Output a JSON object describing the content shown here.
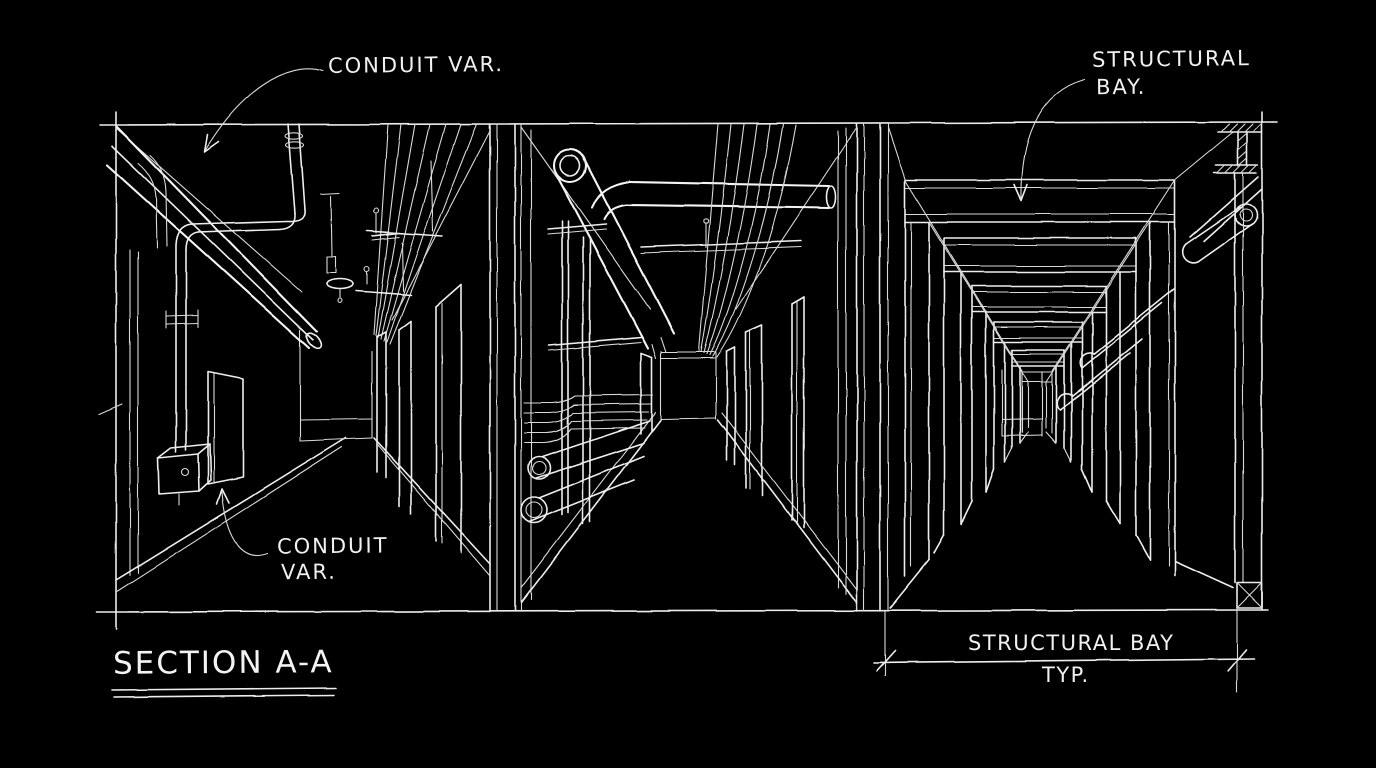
{
  "colors": {
    "background": "#000000",
    "ink": "#ededed"
  },
  "title": {
    "text": "SECTION A-A"
  },
  "annotations": {
    "conduit_var_top": {
      "text": "CONDUIT VAR."
    },
    "structural_bay": {
      "line1": "STRUCTURAL",
      "line2": "BAY."
    },
    "conduit_var_bottom": {
      "line1": "CONDUIT",
      "line2": "VAR."
    }
  },
  "dimension": {
    "label": "STRUCTURAL BAY",
    "qualifier": "TYP."
  },
  "figures": {
    "left_panel": "corridor-perspective-with-overhead-conduits",
    "middle_panel": "corridor-perspective-with-pipe-racks",
    "right_panel": "corridor-perspective-with-structural-bays"
  }
}
